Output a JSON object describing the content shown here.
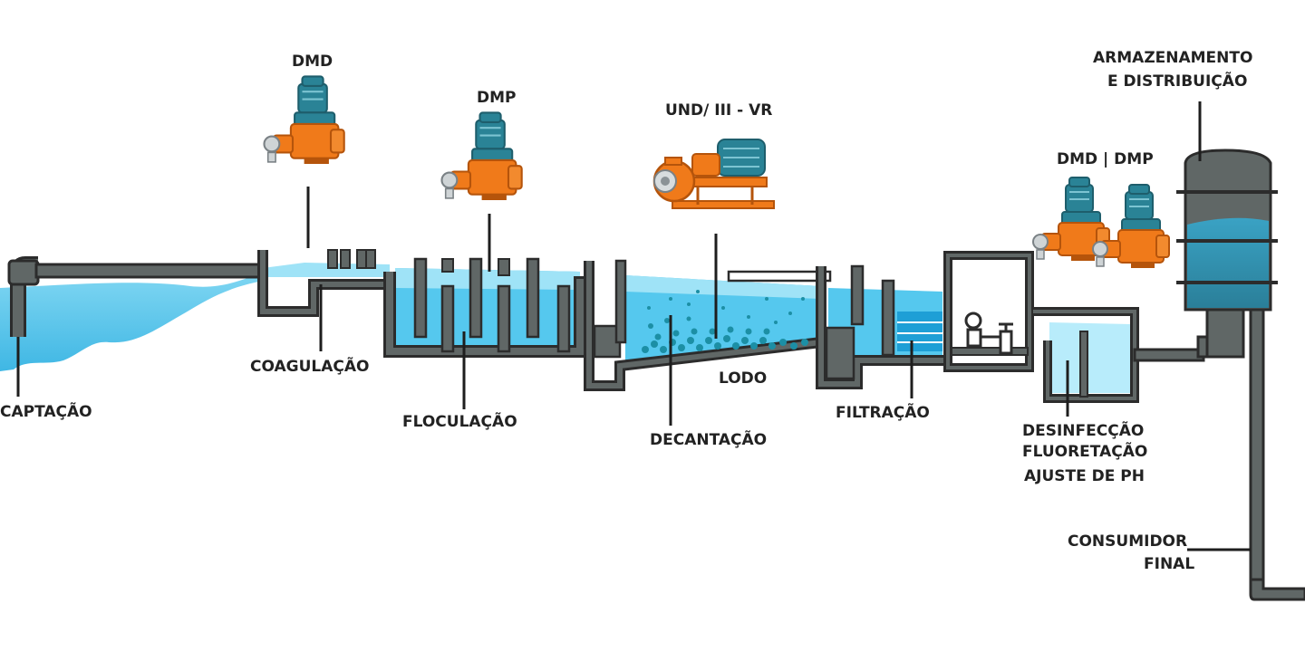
{
  "colors": {
    "water_light": "#9fe3f7",
    "water": "#55c8ee",
    "water_deep": "#2e8fb0",
    "wall": "#606766",
    "outline": "#2c2c2c",
    "pump_body": "#f07a1a",
    "motor": "#2a8396",
    "sludge": "#1c8fa5",
    "label": "#222222"
  },
  "stages": {
    "captacao": "CAPTAÇÃO",
    "coagulacao": "COAGULAÇÃO",
    "floculacao": "FLOCULAÇÃO",
    "lodo": "LODO",
    "decantacao": "DECANTAÇÃO",
    "filtracao": "FILTRAÇÃO",
    "desinfeccao": "DESINFECÇÃO",
    "fluoretacao": "FLUORETAÇÃO",
    "ajuste_ph": "AJUSTE DE PH",
    "armazenamento_1": "ARMAZENAMENTO",
    "armazenamento_2": "E DISTRIBUIÇÃO",
    "consumidor_1": "CONSUMIDOR",
    "consumidor_2": "FINAL"
  },
  "equipment": {
    "dmd": "DMD",
    "dmp": "DMP",
    "und": "UND/ III - VR",
    "dmd_dmp": "DMD | DMP"
  }
}
